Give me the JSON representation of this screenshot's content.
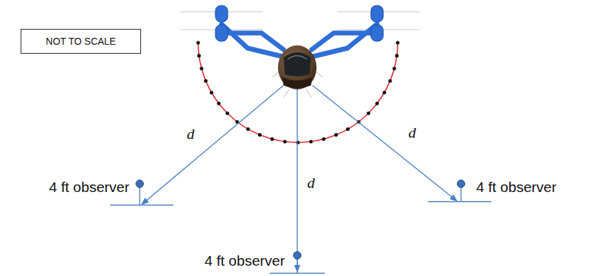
{
  "diagram": {
    "nodes": [
      {
        "text": [
          "NOT TO SCALE"
        ]
      }
    ],
    "labels": [
      "d",
      "d",
      "d",
      "4 ft observer",
      "4 ft observer",
      "4 ft observer"
    ]
  }
}
